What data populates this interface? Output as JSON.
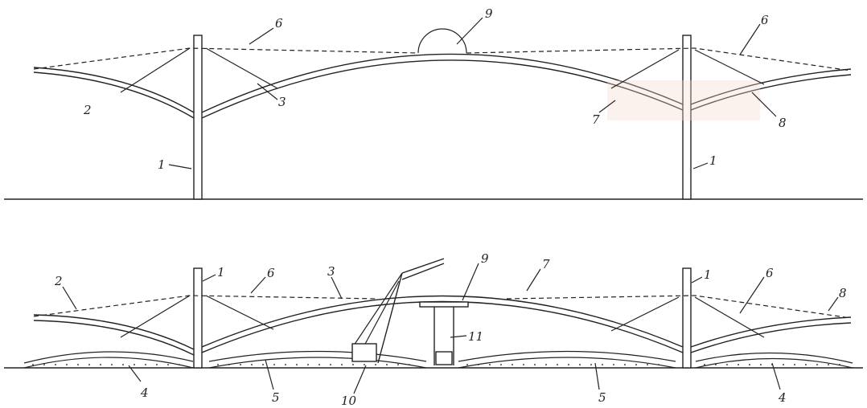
{
  "labels": {
    "top": {
      "col_left": "1",
      "col_right": "1",
      "cable_left": "6",
      "cable_right": "6",
      "rib_left": "2",
      "brace_left": "3",
      "rib_right_inner": "7",
      "rib_right_outer": "8",
      "dome": "9"
    },
    "bottom": {
      "col_left": "1",
      "col_right": "1",
      "cable_left": "6",
      "cable_right": "6",
      "rib_left_outer": "2",
      "rib_left_inner": "3",
      "rib_right_inner": "7",
      "rib_right_outer": "8",
      "crane_cab": "9",
      "crane_base": "10",
      "lift_tower": "11",
      "ground_left": "4",
      "ground_right": "4",
      "ground_mid_left": "5",
      "ground_mid_right": "5"
    }
  }
}
